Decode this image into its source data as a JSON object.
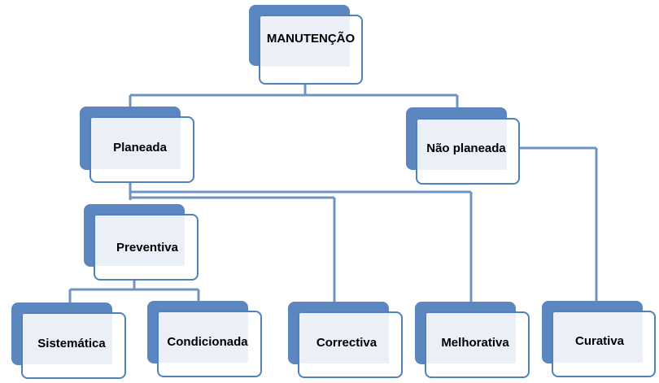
{
  "colors": {
    "connector": "#6f94c2",
    "shadow": "#5b86c0",
    "card_border": "#4f81bd",
    "card_inner": "#eaeff8"
  },
  "diagram": {
    "root": {
      "label": "MANUTENÇÃO"
    },
    "planeada": {
      "label": "Planeada"
    },
    "nao_planeada": {
      "label": "Não planeada"
    },
    "preventiva": {
      "label": "Preventiva"
    },
    "sistematica": {
      "label": "Sistemática"
    },
    "condicionada": {
      "label": "Condicionada"
    },
    "correctiva": {
      "label": "Correctiva"
    },
    "melhorativa": {
      "label": "Melhorativa"
    },
    "curativa": {
      "label": "Curativa"
    }
  }
}
